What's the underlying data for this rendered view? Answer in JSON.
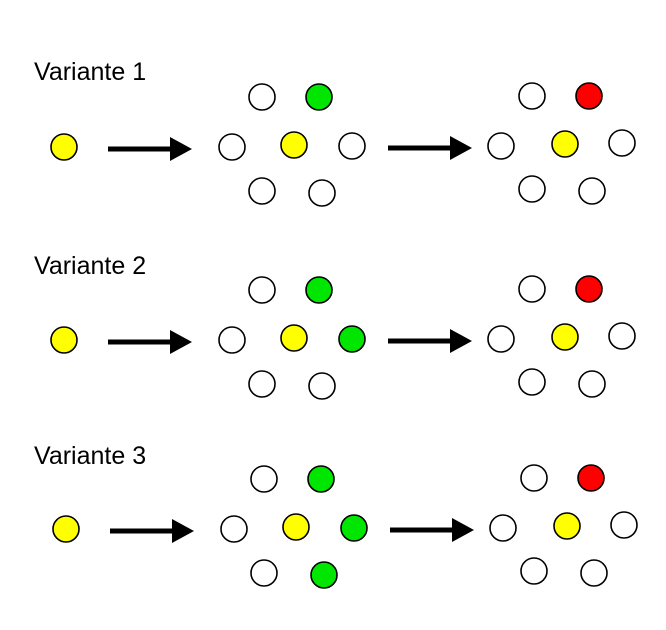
{
  "colors": {
    "white": "#ffffff",
    "yellow": "#ffff00",
    "green": "#00e600",
    "red": "#ff0000",
    "stroke": "#000000"
  },
  "variants": [
    {
      "label": "Variante 1",
      "start": "yellow",
      "middle": [
        "white",
        "green",
        "white",
        "yellow",
        "white",
        "white",
        "white"
      ],
      "end": [
        "white",
        "red",
        "white",
        "yellow",
        "white",
        "white",
        "white"
      ]
    },
    {
      "label": "Variante 2",
      "start": "yellow",
      "middle": [
        "white",
        "green",
        "white",
        "yellow",
        "green",
        "white",
        "white"
      ],
      "end": [
        "white",
        "red",
        "white",
        "yellow",
        "white",
        "white",
        "white"
      ]
    },
    {
      "label": "Variante 3",
      "start": "yellow",
      "middle": [
        "white",
        "green",
        "white",
        "yellow",
        "green",
        "white",
        "green"
      ],
      "end": [
        "white",
        "red",
        "white",
        "yellow",
        "white",
        "white",
        "white"
      ]
    }
  ]
}
